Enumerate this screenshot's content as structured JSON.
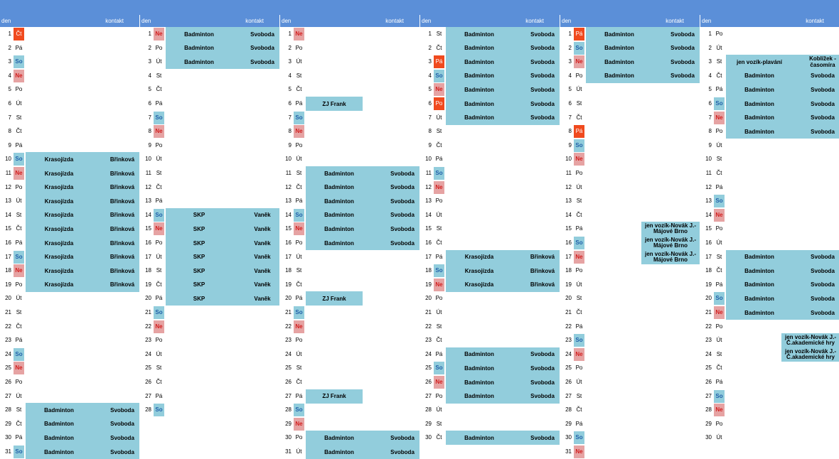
{
  "header": {
    "den": "den",
    "kontakt": "kontakt"
  },
  "months": [
    {
      "days": [
        {
          "n": "1",
          "d": "Čt",
          "t": "hol"
        },
        {
          "n": "2",
          "d": "Pá"
        },
        {
          "n": "3",
          "d": "So",
          "t": "so"
        },
        {
          "n": "4",
          "d": "Ne",
          "t": "ne"
        },
        {
          "n": "5",
          "d": "Po"
        },
        {
          "n": "6",
          "d": "Út"
        },
        {
          "n": "7",
          "d": "St"
        },
        {
          "n": "8",
          "d": "Čt"
        },
        {
          "n": "9",
          "d": "Pá"
        },
        {
          "n": "10",
          "d": "So",
          "t": "so",
          "a": "Krasojízda",
          "c": "Břinková"
        },
        {
          "n": "11",
          "d": "Ne",
          "t": "ne",
          "a": "Krasojízda",
          "c": "Břinková"
        },
        {
          "n": "12",
          "d": "Po",
          "a": "Krasojízda",
          "c": "Břinková"
        },
        {
          "n": "13",
          "d": "Út",
          "a": "Krasojízda",
          "c": "Břinková"
        },
        {
          "n": "14",
          "d": "St",
          "a": "Krasojízda",
          "c": "Břinková"
        },
        {
          "n": "15",
          "d": "Čt",
          "a": "Krasojízda",
          "c": "Břinková"
        },
        {
          "n": "16",
          "d": "Pá",
          "a": "Krasojízda",
          "c": "Břinková"
        },
        {
          "n": "17",
          "d": "So",
          "t": "so",
          "a": "Krasojízda",
          "c": "Břinková"
        },
        {
          "n": "18",
          "d": "Ne",
          "t": "ne",
          "a": "Krasojízda",
          "c": "Břinková"
        },
        {
          "n": "19",
          "d": "Po",
          "a": "Krasojízda",
          "c": "Břinková"
        },
        {
          "n": "20",
          "d": "Út"
        },
        {
          "n": "21",
          "d": "St"
        },
        {
          "n": "22",
          "d": "Čt"
        },
        {
          "n": "23",
          "d": "Pá"
        },
        {
          "n": "24",
          "d": "So",
          "t": "so"
        },
        {
          "n": "25",
          "d": "Ne",
          "t": "ne"
        },
        {
          "n": "26",
          "d": "Po"
        },
        {
          "n": "27",
          "d": "Út"
        },
        {
          "n": "28",
          "d": "St",
          "a": "Badminton",
          "c": "Svoboda"
        },
        {
          "n": "29",
          "d": "Čt",
          "a": "Badminton",
          "c": "Svoboda"
        },
        {
          "n": "30",
          "d": "Pá",
          "a": "Badminton",
          "c": "Svoboda"
        },
        {
          "n": "31",
          "d": "So",
          "t": "so",
          "a": "Badminton",
          "c": "Svoboda"
        }
      ]
    },
    {
      "days": [
        {
          "n": "1",
          "d": "Ne",
          "t": "ne",
          "a": "Badminton",
          "c": "Svoboda"
        },
        {
          "n": "2",
          "d": "Po",
          "a": "Badminton",
          "c": "Svoboda"
        },
        {
          "n": "3",
          "d": "Út",
          "a": "Badminton",
          "c": "Svoboda"
        },
        {
          "n": "4",
          "d": "St"
        },
        {
          "n": "5",
          "d": "Čt"
        },
        {
          "n": "6",
          "d": "Pá"
        },
        {
          "n": "7",
          "d": "So",
          "t": "so"
        },
        {
          "n": "8",
          "d": "Ne",
          "t": "ne"
        },
        {
          "n": "9",
          "d": "Po"
        },
        {
          "n": "10",
          "d": "Út"
        },
        {
          "n": "11",
          "d": "St"
        },
        {
          "n": "12",
          "d": "Čt"
        },
        {
          "n": "13",
          "d": "Pá"
        },
        {
          "n": "14",
          "d": "So",
          "t": "so",
          "a": "SKP",
          "c": "Vaněk"
        },
        {
          "n": "15",
          "d": "Ne",
          "t": "ne",
          "a": "SKP",
          "c": "Vaněk"
        },
        {
          "n": "16",
          "d": "Po",
          "a": "SKP",
          "c": "Vaněk"
        },
        {
          "n": "17",
          "d": "Út",
          "a": "SKP",
          "c": "Vaněk"
        },
        {
          "n": "18",
          "d": "St",
          "a": "SKP",
          "c": "Vaněk"
        },
        {
          "n": "19",
          "d": "Čt",
          "a": "SKP",
          "c": "Vaněk"
        },
        {
          "n": "20",
          "d": "Pá",
          "a": "SKP",
          "c": "Vaněk"
        },
        {
          "n": "21",
          "d": "So",
          "t": "so"
        },
        {
          "n": "22",
          "d": "Ne",
          "t": "ne"
        },
        {
          "n": "23",
          "d": "Po"
        },
        {
          "n": "24",
          "d": "Út"
        },
        {
          "n": "25",
          "d": "St"
        },
        {
          "n": "26",
          "d": "Čt"
        },
        {
          "n": "27",
          "d": "Pá"
        },
        {
          "n": "28",
          "d": "So",
          "t": "so"
        }
      ]
    },
    {
      "days": [
        {
          "n": "1",
          "d": "Ne",
          "t": "ne"
        },
        {
          "n": "2",
          "d": "Po"
        },
        {
          "n": "3",
          "d": "Út"
        },
        {
          "n": "4",
          "d": "St"
        },
        {
          "n": "5",
          "d": "Čt"
        },
        {
          "n": "6",
          "d": "Pá",
          "a": "ZJ Frank",
          "c": ""
        },
        {
          "n": "7",
          "d": "So",
          "t": "so"
        },
        {
          "n": "8",
          "d": "Ne",
          "t": "ne"
        },
        {
          "n": "9",
          "d": "Po"
        },
        {
          "n": "10",
          "d": "Út"
        },
        {
          "n": "11",
          "d": "St",
          "a": "Badminton",
          "c": "Svoboda"
        },
        {
          "n": "12",
          "d": "Čt",
          "a": "Badminton",
          "c": "Svoboda"
        },
        {
          "n": "13",
          "d": "Pá",
          "a": "Badminton",
          "c": "Svoboda"
        },
        {
          "n": "14",
          "d": "So",
          "t": "so",
          "a": "Badminton",
          "c": "Svoboda"
        },
        {
          "n": "15",
          "d": "Ne",
          "t": "ne",
          "a": "Badminton",
          "c": "Svoboda"
        },
        {
          "n": "16",
          "d": "Po",
          "a": "Badminton",
          "c": "Svoboda"
        },
        {
          "n": "17",
          "d": "Út"
        },
        {
          "n": "18",
          "d": "St"
        },
        {
          "n": "19",
          "d": "Čt"
        },
        {
          "n": "20",
          "d": "Pá",
          "a": "ZJ Frank",
          "c": ""
        },
        {
          "n": "21",
          "d": "So",
          "t": "so"
        },
        {
          "n": "22",
          "d": "Ne",
          "t": "ne"
        },
        {
          "n": "23",
          "d": "Po"
        },
        {
          "n": "24",
          "d": "Út"
        },
        {
          "n": "25",
          "d": "St"
        },
        {
          "n": "26",
          "d": "Čt"
        },
        {
          "n": "27",
          "d": "Pá",
          "a": "ZJ Frank",
          "c": ""
        },
        {
          "n": "28",
          "d": "So",
          "t": "so"
        },
        {
          "n": "29",
          "d": "Ne",
          "t": "ne"
        },
        {
          "n": "30",
          "d": "Po",
          "a": "Badminton",
          "c": "Svoboda"
        },
        {
          "n": "31",
          "d": "Út",
          "a": "Badminton",
          "c": "Svoboda"
        }
      ]
    },
    {
      "days": [
        {
          "n": "1",
          "d": "St",
          "a": "Badminton",
          "c": "Svoboda"
        },
        {
          "n": "2",
          "d": "Čt",
          "a": "Badminton",
          "c": "Svoboda"
        },
        {
          "n": "3",
          "d": "Pá",
          "t": "hol",
          "a": "Badminton",
          "c": "Svoboda"
        },
        {
          "n": "4",
          "d": "So",
          "t": "so",
          "a": "Badminton",
          "c": "Svoboda"
        },
        {
          "n": "5",
          "d": "Ne",
          "t": "ne",
          "a": "Badminton",
          "c": "Svoboda"
        },
        {
          "n": "6",
          "d": "Po",
          "t": "hol",
          "a": "Badminton",
          "c": "Svoboda"
        },
        {
          "n": "7",
          "d": "Út",
          "a": "Badminton",
          "c": "Svoboda"
        },
        {
          "n": "8",
          "d": "St"
        },
        {
          "n": "9",
          "d": "Čt"
        },
        {
          "n": "10",
          "d": "Pá"
        },
        {
          "n": "11",
          "d": "So",
          "t": "so"
        },
        {
          "n": "12",
          "d": "Ne",
          "t": "ne"
        },
        {
          "n": "13",
          "d": "Po"
        },
        {
          "n": "14",
          "d": "Út"
        },
        {
          "n": "15",
          "d": "St"
        },
        {
          "n": "16",
          "d": "Čt"
        },
        {
          "n": "17",
          "d": "Pá",
          "a": "Krasojízda",
          "c": "Břinková"
        },
        {
          "n": "18",
          "d": "So",
          "t": "so",
          "a": "Krasojízda",
          "c": "Břinková"
        },
        {
          "n": "19",
          "d": "Ne",
          "t": "ne",
          "a": "Krasojízda",
          "c": "Břinková"
        },
        {
          "n": "20",
          "d": "Po"
        },
        {
          "n": "21",
          "d": "Út"
        },
        {
          "n": "22",
          "d": "St"
        },
        {
          "n": "23",
          "d": "Čt"
        },
        {
          "n": "24",
          "d": "Pá",
          "a": "Badminton",
          "c": "Svoboda"
        },
        {
          "n": "25",
          "d": "So",
          "t": "so",
          "a": "Badminton",
          "c": "Svoboda"
        },
        {
          "n": "26",
          "d": "Ne",
          "t": "ne",
          "a": "Badminton",
          "c": "Svoboda"
        },
        {
          "n": "27",
          "d": "Po",
          "a": "Badminton",
          "c": "Svoboda"
        },
        {
          "n": "28",
          "d": "Út"
        },
        {
          "n": "29",
          "d": "St"
        },
        {
          "n": "30",
          "d": "Čt",
          "a": "Badminton",
          "c": "Svoboda"
        }
      ]
    },
    {
      "days": [
        {
          "n": "1",
          "d": "Pá",
          "t": "hol",
          "a": "Badminton",
          "c": "Svoboda"
        },
        {
          "n": "2",
          "d": "So",
          "t": "so",
          "a": "Badminton",
          "c": "Svoboda"
        },
        {
          "n": "3",
          "d": "Ne",
          "t": "ne",
          "a": "Badminton",
          "c": "Svoboda"
        },
        {
          "n": "4",
          "d": "Po",
          "a": "Badminton",
          "c": "Svoboda"
        },
        {
          "n": "5",
          "d": "Út"
        },
        {
          "n": "6",
          "d": "St"
        },
        {
          "n": "7",
          "d": "Čt"
        },
        {
          "n": "8",
          "d": "Pá",
          "t": "hol"
        },
        {
          "n": "9",
          "d": "So",
          "t": "so"
        },
        {
          "n": "10",
          "d": "Ne",
          "t": "ne"
        },
        {
          "n": "11",
          "d": "Po"
        },
        {
          "n": "12",
          "d": "Út"
        },
        {
          "n": "13",
          "d": "St"
        },
        {
          "n": "14",
          "d": "Čt"
        },
        {
          "n": "15",
          "d": "Pá",
          "c": "jen vozík-Novák J.-\nMájové Brno"
        },
        {
          "n": "16",
          "d": "So",
          "t": "so",
          "c": "jen vozík-Novák J.-\nMájové Brno"
        },
        {
          "n": "17",
          "d": "Ne",
          "t": "ne",
          "c": "jen vozík-Novák J.-\nMájové Brno"
        },
        {
          "n": "18",
          "d": "Po"
        },
        {
          "n": "19",
          "d": "Út"
        },
        {
          "n": "20",
          "d": "St"
        },
        {
          "n": "21",
          "d": "Čt"
        },
        {
          "n": "22",
          "d": "Pá"
        },
        {
          "n": "23",
          "d": "So",
          "t": "so"
        },
        {
          "n": "24",
          "d": "Ne",
          "t": "ne"
        },
        {
          "n": "25",
          "d": "Po"
        },
        {
          "n": "26",
          "d": "Út"
        },
        {
          "n": "27",
          "d": "St"
        },
        {
          "n": "28",
          "d": "Čt"
        },
        {
          "n": "29",
          "d": "Pá"
        },
        {
          "n": "30",
          "d": "So",
          "t": "so"
        },
        {
          "n": "31",
          "d": "Ne",
          "t": "ne"
        }
      ]
    },
    {
      "days": [
        {
          "n": "1",
          "d": "Po"
        },
        {
          "n": "2",
          "d": "Út"
        },
        {
          "n": "3",
          "d": "St",
          "a": "jen vozík-plavání",
          "c": "Koblížek -\nčasomíra"
        },
        {
          "n": "4",
          "d": "Čt",
          "a": "Badminton",
          "c": "Svoboda"
        },
        {
          "n": "5",
          "d": "Pá",
          "a": "Badminton",
          "c": "Svoboda"
        },
        {
          "n": "6",
          "d": "So",
          "t": "so",
          "a": "Badminton",
          "c": "Svoboda"
        },
        {
          "n": "7",
          "d": "Ne",
          "t": "ne",
          "a": "Badminton",
          "c": "Svoboda"
        },
        {
          "n": "8",
          "d": "Po",
          "a": "Badminton",
          "c": "Svoboda"
        },
        {
          "n": "9",
          "d": "Út"
        },
        {
          "n": "10",
          "d": "St"
        },
        {
          "n": "11",
          "d": "Čt"
        },
        {
          "n": "12",
          "d": "Pá"
        },
        {
          "n": "13",
          "d": "So",
          "t": "so"
        },
        {
          "n": "14",
          "d": "Ne",
          "t": "ne"
        },
        {
          "n": "15",
          "d": "Po"
        },
        {
          "n": "16",
          "d": "Út"
        },
        {
          "n": "17",
          "d": "St",
          "a": "Badminton",
          "c": "Svoboda"
        },
        {
          "n": "18",
          "d": "Čt",
          "a": "Badminton",
          "c": "Svoboda"
        },
        {
          "n": "19",
          "d": "Pá",
          "a": "Badminton",
          "c": "Svoboda"
        },
        {
          "n": "20",
          "d": "So",
          "t": "so",
          "a": "Badminton",
          "c": "Svoboda"
        },
        {
          "n": "21",
          "d": "Ne",
          "t": "ne",
          "a": "Badminton",
          "c": "Svoboda"
        },
        {
          "n": "22",
          "d": "Po"
        },
        {
          "n": "23",
          "d": "Út",
          "c": "jen vozík-Novák J.-\nČ.akademické hry"
        },
        {
          "n": "24",
          "d": "St",
          "c": "jen vozík-Novák J.-\nČ.akademické hry"
        },
        {
          "n": "25",
          "d": "Čt"
        },
        {
          "n": "26",
          "d": "Pá"
        },
        {
          "n": "27",
          "d": "So",
          "t": "so"
        },
        {
          "n": "28",
          "d": "Ne",
          "t": "ne"
        },
        {
          "n": "29",
          "d": "Po"
        },
        {
          "n": "30",
          "d": "Út"
        }
      ]
    }
  ]
}
